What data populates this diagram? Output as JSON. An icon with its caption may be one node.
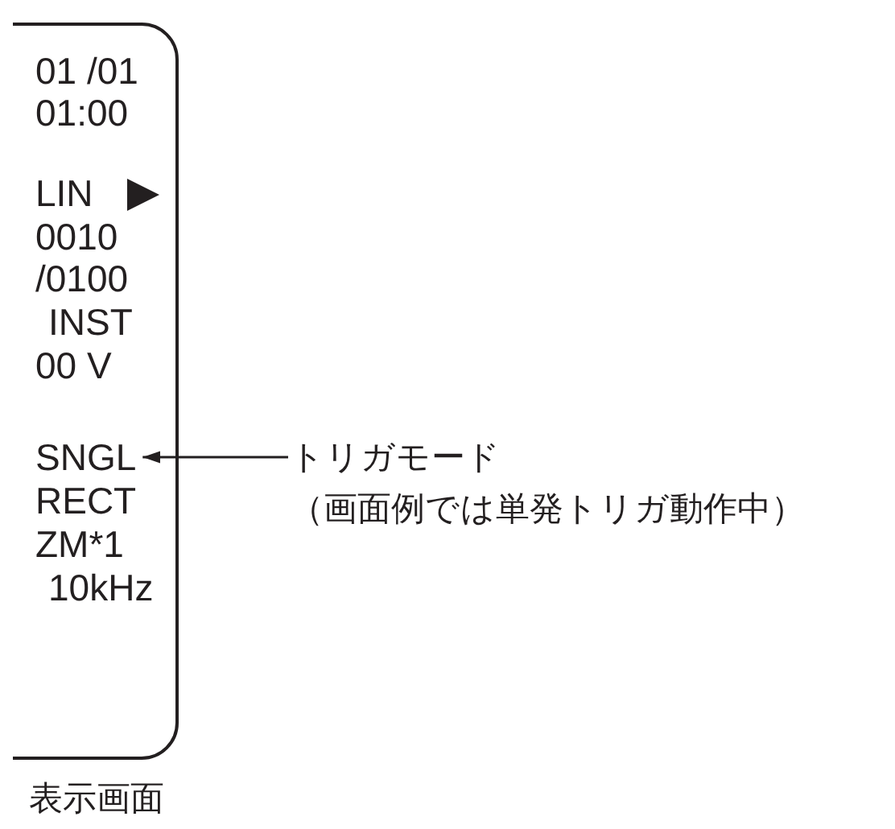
{
  "diagram": {
    "nodes": [
      {
        "text": [
          "01 /01",
          "01:00",
          "LIN",
          "0010",
          "/0100",
          "INST",
          "00 V",
          "RECT",
          "ZM*1",
          "10kHz"
        ],
        "beside": [
          "表示画面"
        ]
      },
      {
        "text": [
          "SNGL"
        ],
        "in": 0
      },
      {
        "text": [
          "トリガモード",
          "（画面例では単発トリガ動作中）"
        ]
      }
    ],
    "edges": [
      {
        "from": 2,
        "to": 1,
        "arrow": "to"
      }
    ]
  }
}
